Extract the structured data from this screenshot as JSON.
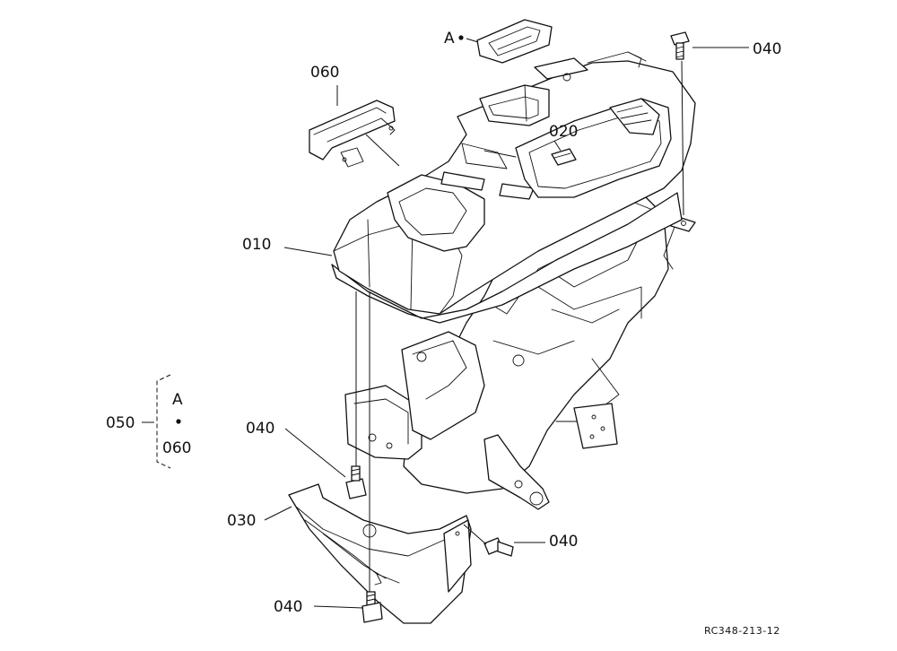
{
  "labels": {
    "part_010": "010",
    "part_020": "020",
    "part_030": "030",
    "part_040_top": "040",
    "part_040_left": "040",
    "part_040_right": "040",
    "part_040_bottom": "040",
    "part_050": "050",
    "part_060": "060",
    "marker_a": "A",
    "group_a": "A",
    "group_060": "060"
  },
  "drawing_number": "RC348-213-12"
}
